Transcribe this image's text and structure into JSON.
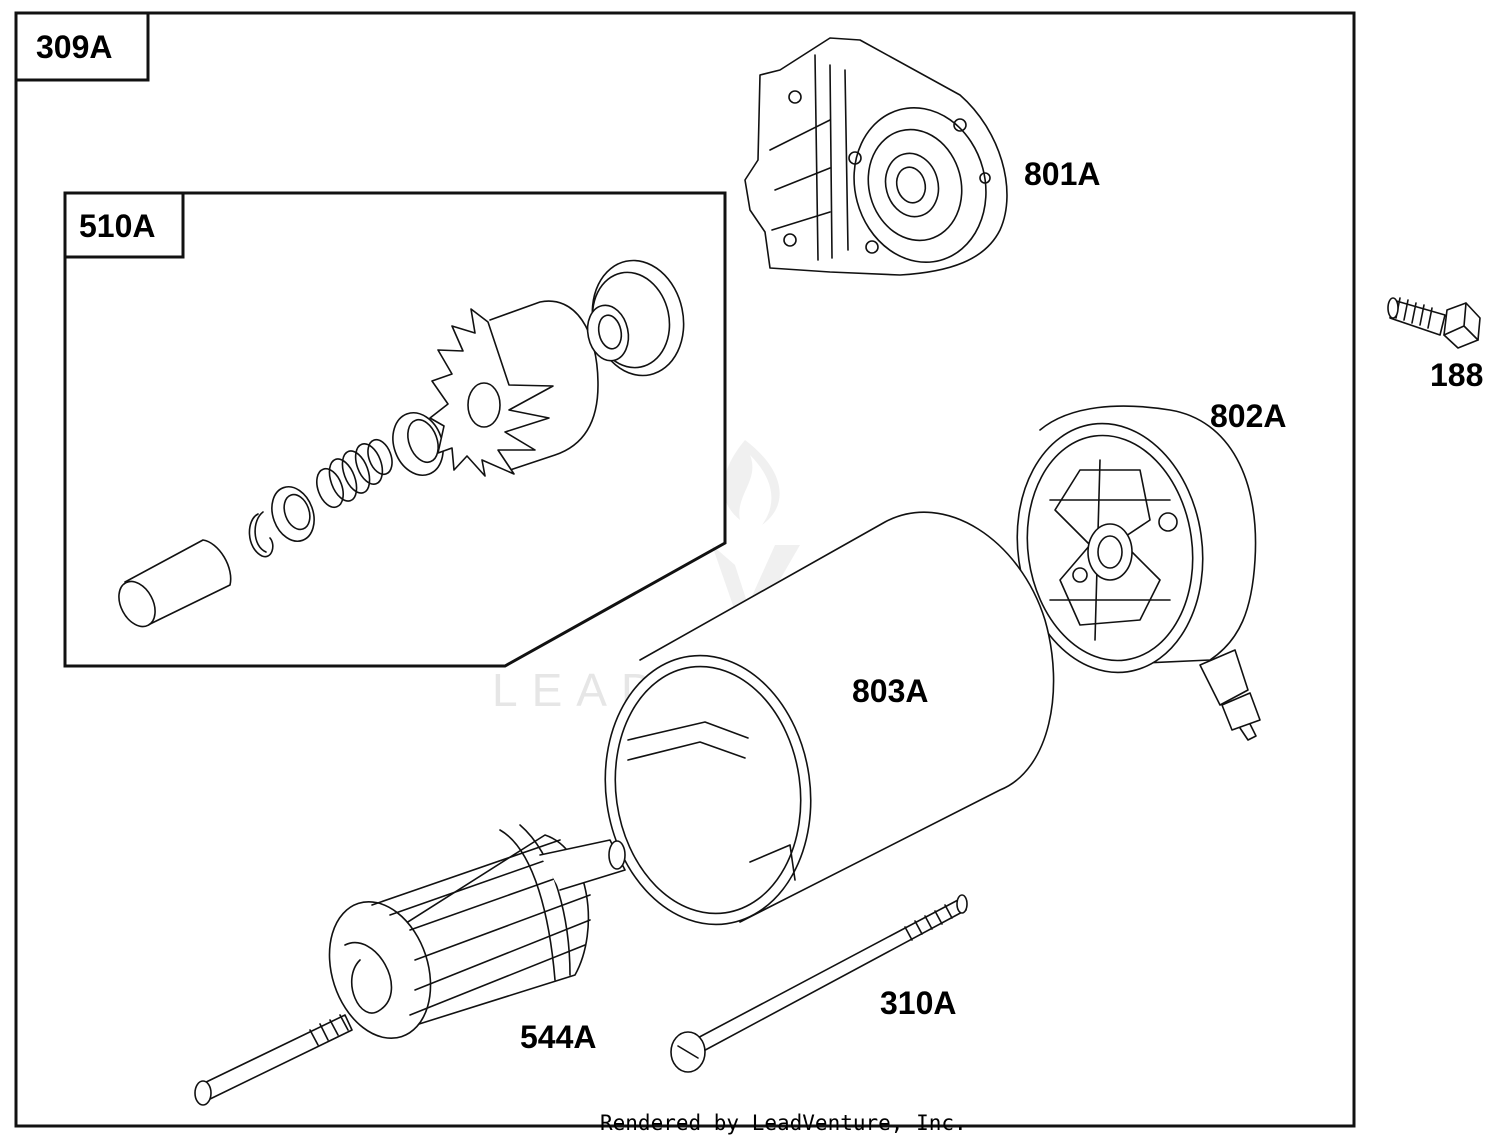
{
  "assembly_label": "309A",
  "subassembly_label": "510A",
  "parts": {
    "end_cap_bracket": "801A",
    "screw": "188",
    "brush_end_cap": "802A",
    "housing": "803A",
    "armature": "544A",
    "through_bolt": "310A"
  },
  "watermark": "LEADVENTURE",
  "footer": "Rendered by LeadVenture, Inc."
}
